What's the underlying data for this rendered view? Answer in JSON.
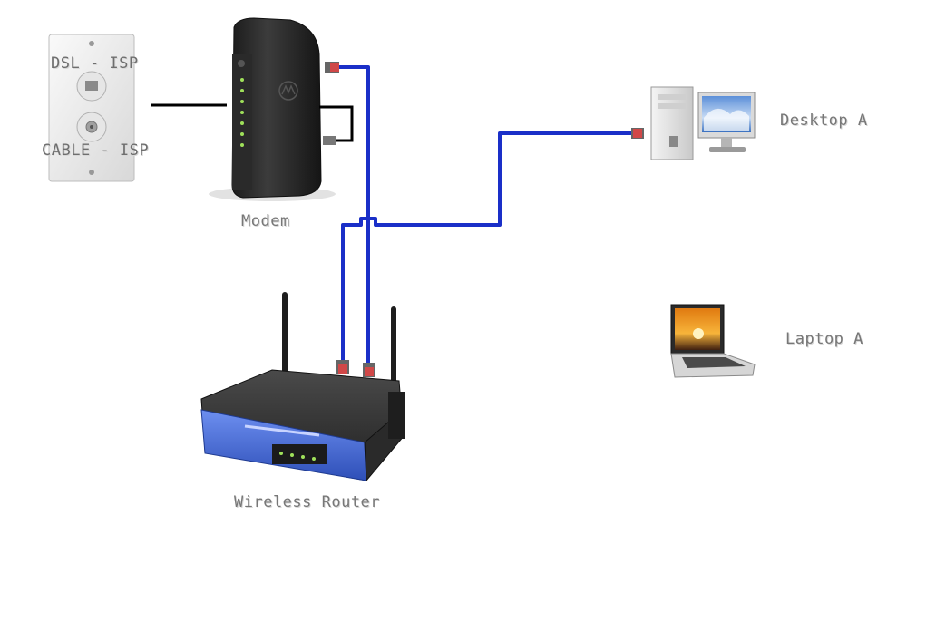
{
  "labels": {
    "dsl": "DSL - ISP",
    "cable": "CABLE - ISP",
    "modem": "Modem",
    "router": "Wireless Router",
    "desktop": "Desktop A",
    "laptop": "Laptop A"
  },
  "colors": {
    "cable_line": "#1a2fc8",
    "phone_line": "#000000",
    "connector": "#d04848",
    "router_blue": "#4a6fd8",
    "modem_body": "#2b2b2b",
    "label_text": "#777777"
  }
}
